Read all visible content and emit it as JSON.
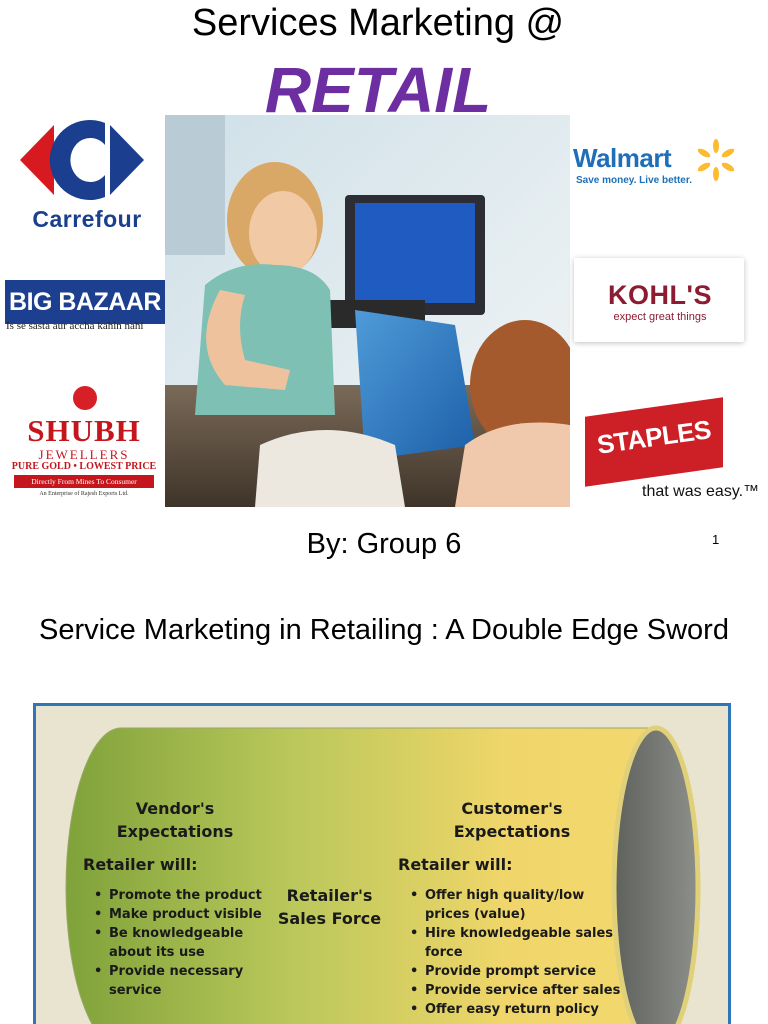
{
  "slide1": {
    "title": "Services Marketing @",
    "subtitle": "RETAIL",
    "byline": "By: Group 6",
    "page_number": "1"
  },
  "logos": {
    "carrefour": {
      "word": "Carrefour",
      "icon": "carrefour-logo-icon"
    },
    "big_bazaar": {
      "word": "BIG BAZAAR",
      "tagline": "Is se sasta aur accha kahin nahi"
    },
    "shubh": {
      "word": "SHUBH",
      "subword": "JEWELLERS",
      "line1": "PURE GOLD • LOWEST PRICE",
      "line2": "Directly From Mines To Consumer",
      "line3": "An Enterprise of Rajesh Exports Ltd."
    },
    "walmart": {
      "word": "Walmart",
      "tagline": "Save money. Live better.",
      "icon": "walmart-spark-icon"
    },
    "kohls": {
      "word": "KOHL'S",
      "tagline": "expect great things"
    },
    "staples": {
      "word": "STAPLES",
      "tagline": "that was easy.™"
    }
  },
  "slide2": {
    "title": "Service Marketing in Retailing : A Double Edge Sword",
    "vendor": {
      "heading": "Vendor's Expectations",
      "retailer_will": "Retailer will:",
      "items": [
        "Promote the product",
        "Make product visible",
        "Be knowledgeable about its use",
        "Provide necessary service"
      ]
    },
    "center": "Retailer's Sales Force",
    "customer": {
      "heading": "Customer's Expectations",
      "retailer_will": "Retailer will:",
      "items": [
        "Offer high quality/low prices (value)",
        "Hire knowledgeable sales force",
        "Provide prompt service",
        "Provide service after sales",
        "Offer easy return policy"
      ]
    }
  },
  "colors": {
    "subtitle_purple": "#6c2ea0",
    "frame_blue": "#2f76b9",
    "cylinder_green": "#8fb048",
    "cylinder_yellow": "#f2d76a",
    "cylinder_cap": "#7a7c78"
  }
}
